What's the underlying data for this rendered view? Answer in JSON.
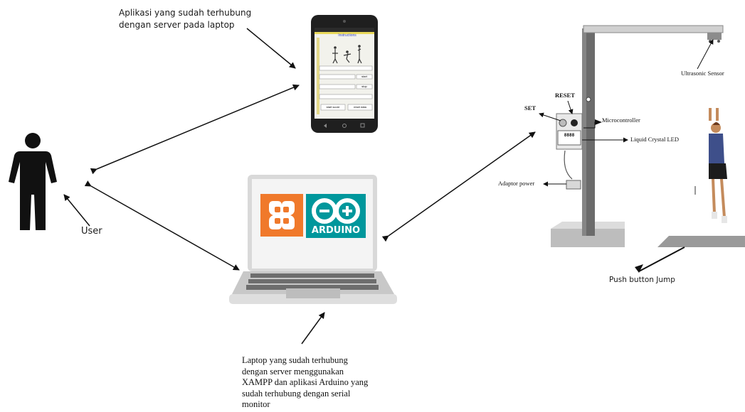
{
  "labels": {
    "app_caption": [
      "Aplikasi yang sudah terhubung",
      "dengan server pada laptop"
    ],
    "user": "User",
    "laptop_caption": [
      "Laptop yang sudah  terhubung",
      "dengan server menggunakan",
      "XAMPP dan aplikasi Arduino yang",
      "sudah terhubung dengan serial",
      "monitor"
    ],
    "ultrasonic": "Ultrasonic Sensor",
    "reset": "RESET",
    "set": "SET",
    "microcontroller": "Microcontroller",
    "lcd": "Liquid Crystal LED",
    "adaptor": "Adaptor power",
    "push_button": "Push button Jump"
  },
  "phone": {
    "title": "Instructions",
    "button_1": "start",
    "button_2": "stop",
    "btn_left": "start score",
    "btn_right": "reset data",
    "lcd_value": "8888"
  },
  "laptop": {
    "arduino_text": "ARDUINO"
  },
  "colors": {
    "xampp": "#f0792b",
    "arduino": "#00979c",
    "pole": "#6b6b6b",
    "base": "#c9c9c9"
  }
}
